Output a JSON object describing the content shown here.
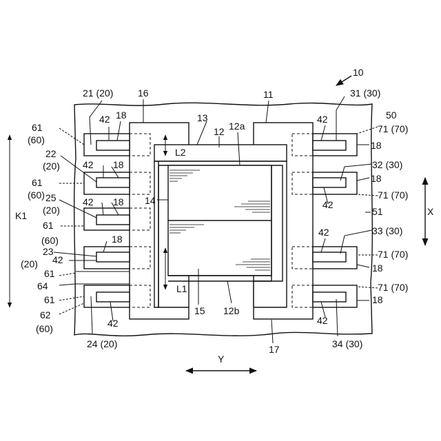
{
  "labels": {
    "fig_ref": "10",
    "n11": "11",
    "n12": "12",
    "n12a": "12a",
    "n12b": "12b",
    "n13": "13",
    "n14": "14",
    "n15": "15",
    "n16": "16",
    "n17": "17",
    "n18": "18",
    "n42": "42",
    "n50": "50",
    "n51": "51",
    "n21": "21 (20)",
    "n22": "22",
    "n20": "(20)",
    "n25": "25",
    "n23": "23",
    "n24": "24 (20)",
    "n61": "61",
    "n60": "(60)",
    "n62": "62",
    "n64": "64",
    "n31": "31 (30)",
    "n32": "32 (30)",
    "n33": "33 (30)",
    "n34": "34 (30)",
    "n71": "71 (70)",
    "L1": "L1",
    "L2": "L2",
    "K1": "K1",
    "X": "X",
    "Y": "Y"
  }
}
